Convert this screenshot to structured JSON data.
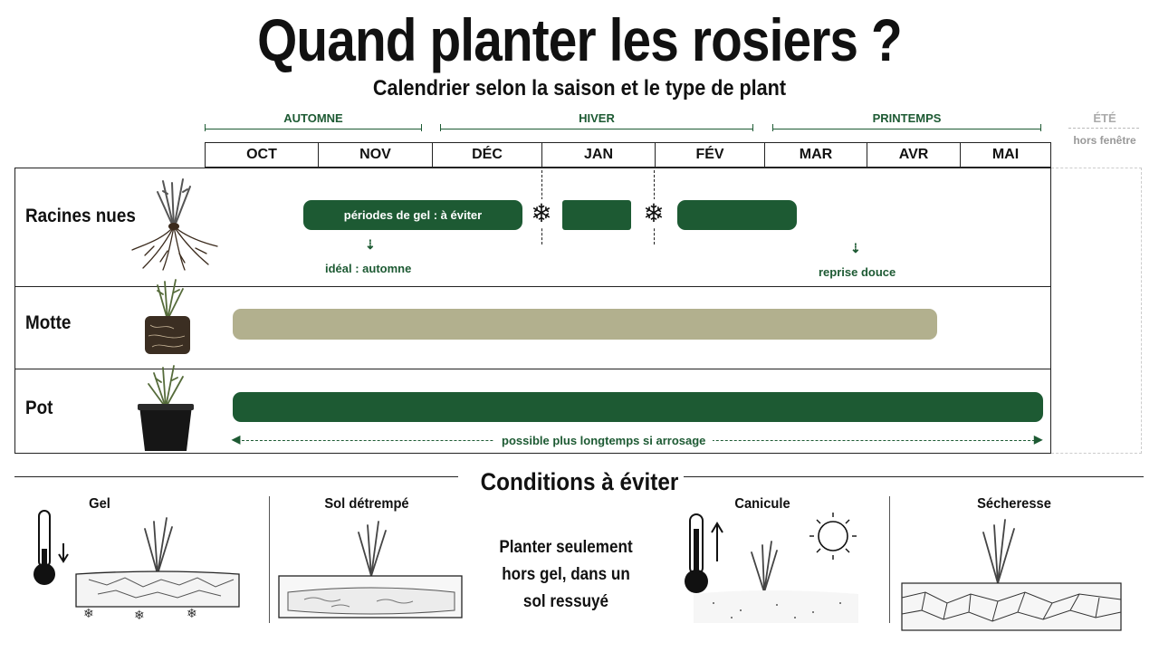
{
  "title": "Quand planter les rosiers ?",
  "subtitle": "Calendrier selon la saison et le type de plant",
  "seasons": [
    {
      "name": "AUTOMNE"
    },
    {
      "name": "HIVER"
    },
    {
      "name": "PRINTEMPS"
    },
    {
      "name": "ÉTÉ",
      "note": "hors fenêtre"
    }
  ],
  "months": [
    "OCT",
    "NOV",
    "DÉC",
    "JAN",
    "FÉV",
    "MAR",
    "AVR",
    "MAI"
  ],
  "rows": [
    {
      "label": "Racines nues",
      "icon": "bare-root-rose-icon",
      "bar_text": "périodes de gel : à éviter",
      "note_left": "idéal : automne",
      "note_right": "reprise douce"
    },
    {
      "label": "Motte",
      "icon": "root-ball-rose-icon"
    },
    {
      "label": "Pot",
      "icon": "potted-rose-icon",
      "note": "possible plus longtemps si arrosage"
    }
  ],
  "conditions_title": "Conditions à éviter",
  "conditions": [
    {
      "label": "Gel",
      "icon": "frost-thermometer-icon"
    },
    {
      "label": "Sol détrempé",
      "icon": "waterlogged-soil-icon"
    },
    {
      "label": "Canicule",
      "icon": "heatwave-thermometer-icon"
    },
    {
      "label": "Sécheresse",
      "icon": "cracked-dry-soil-icon"
    }
  ],
  "advice": [
    "Planter seulement",
    "hors gel, dans un",
    "sol ressuyé"
  ],
  "colors": {
    "dark_green": "#1d5a33",
    "olive": "#b2b08e",
    "frost_marker": "snowflake-icon"
  }
}
